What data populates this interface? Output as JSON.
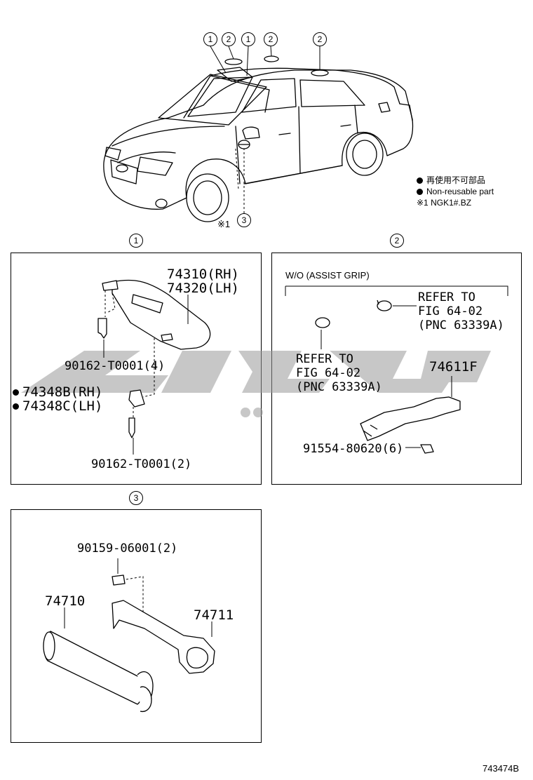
{
  "diagram_code": "743474B",
  "car": {
    "callouts": [
      "1",
      "2",
      "1",
      "2",
      "2",
      "3"
    ],
    "note_mark": "※1"
  },
  "legend": {
    "item_1": "再使用不可部品",
    "item_2": "Non-reusable part",
    "item_3": "※1 NGK1#.BZ"
  },
  "panel_1": {
    "callout": "1",
    "part_rh": "74310(RH)",
    "part_lh": "74320(LH)",
    "screw_upper": "90162-T0001(4)",
    "holder_rh": "74348B(RH)",
    "holder_lh": "74348C(LH)",
    "screw_lower": "90162-T0001(2)"
  },
  "panel_2": {
    "callout": "2",
    "heading": "W/O (ASSIST GRIP)",
    "ref_right": [
      "REFER TO",
      "FIG 64-02",
      "(PNC 63339A)"
    ],
    "ref_left": [
      "REFER TO",
      "FIG 64-02",
      "(PNC 63339A)"
    ],
    "grip_part": "74611F",
    "screw": "91554-80620(6)"
  },
  "panel_3": {
    "callout": "3",
    "screw": "90159-06001(2)",
    "ashtray": "74710",
    "bracket": "74711"
  }
}
